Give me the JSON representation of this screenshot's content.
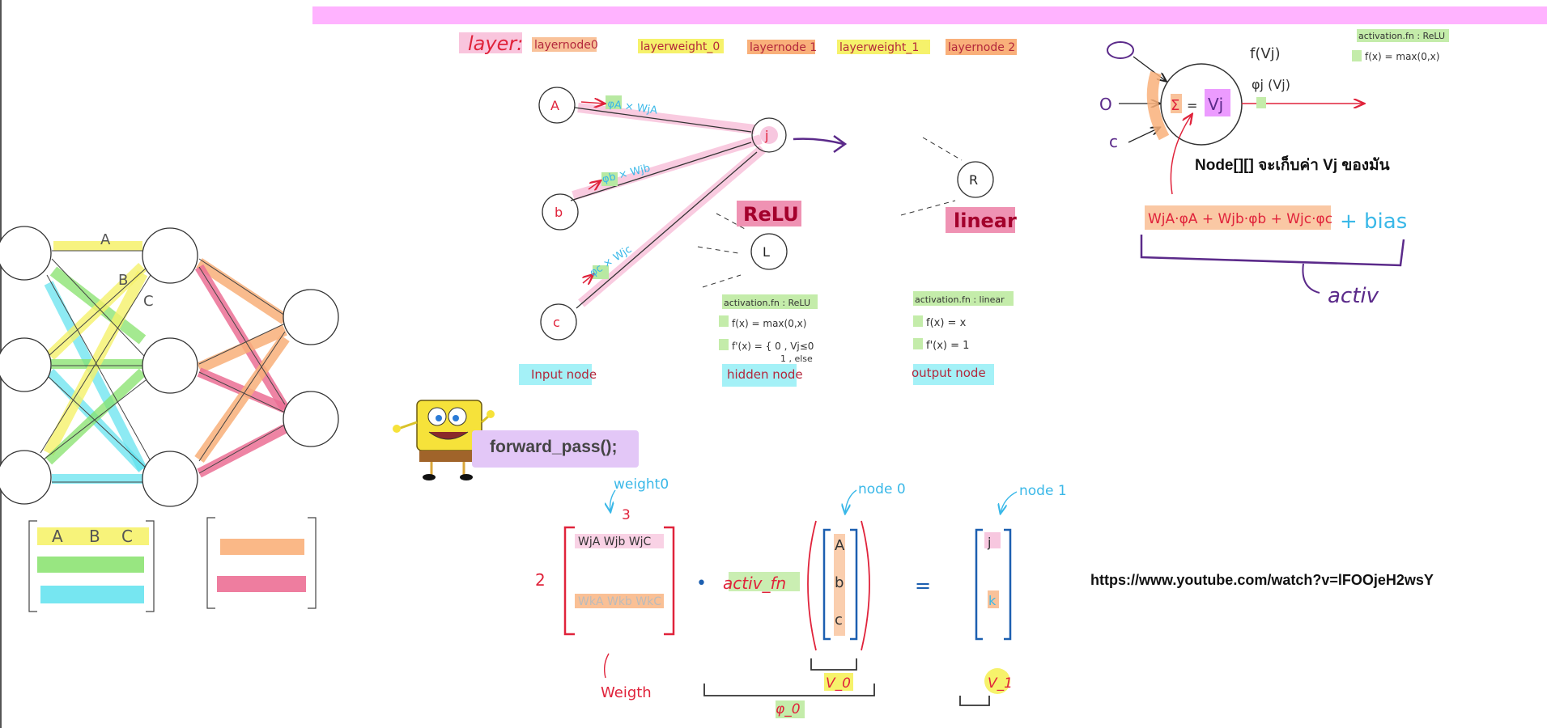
{
  "layers_header": {
    "title": "layer:",
    "items": [
      "layernode0",
      "layerweight_0",
      "layernode 1",
      "layerweight_1",
      "layernode 2"
    ]
  },
  "nodes": {
    "a": "A",
    "b": "b",
    "c": "c",
    "j": "j",
    "l": "L",
    "r": "R"
  },
  "edge_labels": {
    "a": "φA × WjA",
    "b": "φb × Wjb",
    "c": "φc × Wjc"
  },
  "activation_tags": {
    "relu": "ReLU",
    "linear": "linear"
  },
  "hidden_info": {
    "title": "activation.fn : ReLU",
    "f": "f(x) = max(0,x)",
    "fprime": "f'(x) = { 0 , Vj≤0",
    "fprime2": "1 , else"
  },
  "output_info": {
    "title": "activation.fn : linear",
    "f": "f(x) = x",
    "fprime": "f'(x) = 1"
  },
  "section_labels": {
    "input": "Input node",
    "hidden": "hidden node",
    "output": "output node"
  },
  "small_net": {
    "edge_labels": [
      "A",
      "B",
      "C"
    ],
    "matrix1": [
      "A",
      "B",
      "C"
    ]
  },
  "forward_pass": "forward_pass();",
  "matrix_eq": {
    "weight0_label": "weight0",
    "three": "3",
    "two": "2",
    "row1": "WjA Wjb WjC",
    "row2": "WkA Wkb WkC",
    "dot": "•",
    "activ_fn": "activ_fn",
    "vec": [
      "A",
      "b",
      "c"
    ],
    "node0_label": "node 0",
    "equals": "=",
    "node1_label": "node 1",
    "out_j": "j",
    "out_k": "k",
    "weigth": "Weigth",
    "v0": "V_0",
    "phi0": "φ_0",
    "v1": "V_1"
  },
  "top_right": {
    "activation_title": "activation.fn : ReLU",
    "activation_f": "f(x) = max(0,x)",
    "fvj": "f(Vj)",
    "phij": "φj (Vj)",
    "sigma": "Σ",
    "vj": "Vj",
    "in_labels": [
      "O",
      "c"
    ],
    "sum": "WjA·φA + Wjb·φb + Wjc·φc",
    "bias": "+ bias",
    "activ": "activ",
    "thai_note": "Node[][] จะเก็บค่า Vj ของมัน"
  },
  "url": "https://www.youtube.com/watch?v=lFOOjeH2wsY",
  "colors": {
    "red": "#e0233b",
    "pink": "#ffb3ff",
    "purple": "#5b2a8a",
    "cyan": "#3ab8e8",
    "yellow": "#f6f26b",
    "green": "#86e26b",
    "orange": "#f9b07a",
    "rose": "#ec6f95",
    "blue": "#1c5fb0"
  }
}
